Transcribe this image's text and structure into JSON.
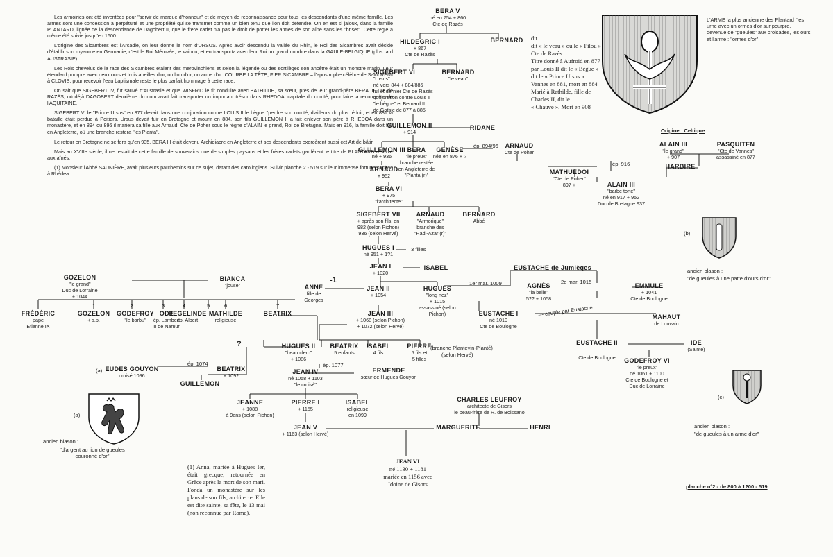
{
  "intro": {
    "paragraphs": [
      "Les armoiries ont été inventées pour \"servir de marque d'honneur\" et de moyen de reconnaissance pour tous les descendants d'une même famille. Les armes sont une concession à perpétuité et une propriété qui se transmet comme un bien tenu que l'on doit défendre. On en est si jaloux, dans la famille PLANTARD, lignée de la descendance de Dagobert II, que le frère cadet n'a pas le droit de porter les armes de son aîné sans les \"briser\". Cette règle a même été suivie jusqu'en 1600.",
      "L'origine des Sicambres est l'Arcadie, on leur donne le nom d'URSUS. Après avoir descendu la vallée du Rhin, le Roi des Sicambres avait décidé d'établir son royaume en Germanie, c'est le Roi Mérovée, le vaincu, et en transporta avec leur Roi un grand nombre dans la GAULE-BELGIQUE (plus tard AUSTRASIE).",
      "Les Rois chevelus de la race des Sicambres étaient des merovinchiens et selon la légende ou des sortilèges son ancêtre était un monstre marin. Leur étendard pourpre avec deux ours et trois abeilles d'or, un lion d'or, un arme d'or. COURBE LA TÊTE, FIER SICAMBRE = l'apostrophe célèbre de Saint REMI à CLOVIS, pour recevoir l'eau baptismale reste le plus parfait hommage à cette race.",
      "On sait que SIGEBERT IV, fut sauvé d'Austrasie et que WISFRID le fit conduire avec BATHILDE, sa sœur, près de leur grand-père BERA III, Cte de RAZÈS, où déjà DAGOBERT deuxième du nom avait fait transporter un important trésor dans RHEDOA, capitale du comté, pour faire la reconquête de l'AQUITAINE.",
      "SIGEBERT VI le \"Prince Ursus\" en 877 devait dans une conjuration contre LOUIS II le bègue \"perdre son comté, d'ailleurs du plus réduit, et en 881 la bataille était perdue à Poitiers. Ursus devait fuir en Bretagne et mourir en 884, son fils GUILLEMON II a fait enlever son père à RHEDOA dans un monastère, et en 894 ou 896 il mariera sa fille aux Arnaud, Cte de Poher sous le règne d'ALAIN le grand, Roi de Bretagne. Mais en 916, la famille doit fuir en Angleterre, où une branche restera \"les Planta\".",
      "Le retour en Bretagne ne se fera qu'en 935. BERA III était devenu Archidiacre en Angleterre et ses descendants exercèrent aussi cet Art de bâtir.",
      "Mais au XVIIIe siècle, il ne restait de cette famille de souverains que de simples paysans et les frères cadets gardèrent le titre de PLANTARD réservé aux aînés.",
      "(1) Monsieur l'Abbé SAUNIÈRE, avait plusieurs parchemins sur ce sujet, datant des carolingiens. Suivir planche 2 - 519 sur leur immense fortune cachée à Rhédea."
    ]
  },
  "tree": {
    "bera_v": {
      "name": "BERA V",
      "lines": [
        "né en 754 + 860",
        "Cte de Razès"
      ]
    },
    "hildegric": {
      "name": "HILDEGRIC I",
      "lines": [
        "+ 867",
        "Cte de Razès"
      ]
    },
    "bernard_top": {
      "name": "BERNARD",
      "lines": [
        "dit",
        "\"le veau\""
      ]
    },
    "bernard_text": [
      "dit « le veau » ou le « Pilou »",
      "Cte de Razès",
      "Titre donné à Aufroid en 877",
      "par Louis II dit le « Bègue »",
      "dit le « Prince Ursus »",
      "Vannes en 881, mort en 884",
      "Marié à Rathilde, fille de Charles II, dit le",
      "« Chauve ». Mort en 908"
    ],
    "sigebert_vi": {
      "name": "SIGEBERT VI",
      "lines": [
        "\"Ursus\"",
        "né vers 844 + 884/885",
        "fut et dernier Cte de Razès",
        "conjuration contre Louis II",
        "\"le bègue\" et Bernard II",
        "de Gothie de 877 à 885"
      ]
    },
    "bernard_mid": {
      "name": "BERNARD",
      "lines": [
        "\"le veau\""
      ]
    },
    "guillemon_ii": {
      "name": "GUILLEMON II",
      "lines": [
        "+ 914"
      ]
    },
    "ridane": {
      "name": "RIDANE",
      "lines": []
    },
    "guillemon_iii": {
      "name": "GUILLEMON III",
      "lines": [
        "né + 936"
      ]
    },
    "bera_mid": {
      "name": "BERA",
      "lines": [
        "\"le preux\"",
        "branche restée",
        "en Angleterre de",
        "\"Planta (r)\""
      ]
    },
    "genese": {
      "name": "GENÈSE",
      "lines": [
        "née en 876 + ?"
      ]
    },
    "marriage_894": "ép. 894/96",
    "arnaud_poher": {
      "name": "ARNAUD",
      "lines": [
        "Cte de Poher"
      ]
    },
    "arnaud_small": {
      "name": "ARNAUD",
      "lines": [
        "+ 952"
      ]
    },
    "bera_vi": {
      "name": "BERA VI",
      "lines": [
        "+ 975",
        "\"l'architecte\""
      ]
    },
    "mathuedoi": {
      "name": "MATHUEDOÏ",
      "lines": [
        "\"Cte de Poher\"",
        "897 +"
      ]
    },
    "marriage_916": "ép. 916",
    "alain_iii": {
      "name": "ALAIN III",
      "lines": [
        "\"le grand\"",
        "+ 907"
      ]
    },
    "pasquiten": {
      "name": "PASQUITEN",
      "lines": [
        "\"Cte de Vannes\"",
        "assassiné en 877"
      ]
    },
    "harbire": {
      "name": "HARBIRE",
      "lines": []
    },
    "alain_barbe": {
      "name": "ALAIN III",
      "lines": [
        "\"barbe torte\"",
        "né en 917 + 952",
        "Duc de Bretagne 937"
      ]
    },
    "origin": "Origine : Celtique",
    "sigebert_vii": {
      "name": "SIGEBERT VII",
      "lines": [
        "+ après son fils, en",
        "982 (selon Pichon)",
        "936 (selon Hervé)"
      ]
    },
    "arnaud_lower": {
      "name": "ARNAUD",
      "lines": [
        "\"Armorique\"",
        "branche des",
        "\"Radi-Azar (r)\""
      ]
    },
    "bernard_abbe": {
      "name": "BERNARD",
      "lines": [
        "Abbé"
      ]
    },
    "hugues_i": {
      "name": "HUGUES I",
      "lines": [
        "né 951 + 1?1"
      ]
    },
    "filles_3": "3 filles",
    "jean_i": {
      "name": "JEAN I",
      "lines": [
        "+ 1020"
      ]
    },
    "isabel_top": {
      "name": "ISABEL",
      "lines": []
    },
    "anne": {
      "name": "ANNE",
      "lines": [
        "fille de",
        "Georges"
      ]
    },
    "jean_ii": {
      "name": "JEAN II",
      "lines": [
        "+ 1054"
      ]
    },
    "hugues_right": {
      "name": "HUGUES",
      "lines": [
        "\"long nez\"",
        "+ 1015",
        "assassiné (selon",
        "Pichon)"
      ]
    },
    "marriage_1009": "1er mar. 1009",
    "eustache_i": {
      "name": "EUSTACHE I",
      "lines": [
        "né 1010",
        "Cte de Boulogne"
      ]
    },
    "eustache_jumieges": {
      "name": "EUSTACHE de Jumièges",
      "lines": []
    },
    "marriage_1015": "2e mar. 1015",
    "agnes": {
      "name": "AGNÈS",
      "lines": [
        "\"la belle\"",
        "5?? + 1058"
      ]
    },
    "emmule": {
      "name": "EMMULE",
      "lines": [
        "+ 1041",
        "Cte de Boulogne"
      ]
    },
    "cousin_note": "--- couple par Eustache",
    "mahaut": {
      "name": "MAHAUT",
      "lines": [
        "de Louvain"
      ]
    },
    "jean_iii": {
      "name": "JEAN III",
      "lines": [
        "+ 1068 (selon Pichon)",
        "+ 1072 (selon Hervé)"
      ]
    },
    "eustache_ii": {
      "name": "EUSTACHE II",
      "lines": [
        "Cte de Boulogne"
      ]
    },
    "ide": {
      "name": "IDE",
      "lines": [
        "(Sainte)"
      ]
    },
    "godefroy_vi": {
      "name": "GODEFROY VI",
      "lines": [
        "\"le preux\"",
        "né 1061 + 1100",
        "Cte de Boulogne et",
        "Duc de Lorraine"
      ]
    },
    "question": "?",
    "hugues_ii": {
      "name": "HUGUES II",
      "lines": [
        "\"beau clerc\"",
        "+ 1086"
      ]
    },
    "beatrix_mid": {
      "name": "BEATRIX",
      "lines": [
        "5 enfants"
      ]
    },
    "isabel_mid": {
      "name": "ISABEL",
      "lines": [
        "4 fils"
      ]
    },
    "pierre_mid": {
      "name": "PIERRE",
      "lines": [
        "5 fils et",
        "5 filles"
      ]
    },
    "branch_note": "(branche Plantevin-Planté)",
    "branch_note2": "(selon Hervé)",
    "marriage_1074": "ép. 1074",
    "eudes": {
      "name": "EUDES GOUYON",
      "lines": [
        "croisé 1096"
      ]
    },
    "beatrix_low": {
      "name": "BEATRIX",
      "lines": [
        "+ 1092"
      ]
    },
    "guillemon_low": {
      "name": "GUILLEMON",
      "lines": []
    },
    "marriage_1077": "ép. 1077",
    "jean_iv": {
      "name": "JEAN IV",
      "lines": [
        "né 1058 + 1103",
        "\"le croisé\""
      ]
    },
    "ermende": {
      "name": "ERMENDE",
      "lines": [
        "sœur de Hugues Gouyon"
      ]
    },
    "jeanne": {
      "name": "JEANNE",
      "lines": [
        "+ 1088",
        "à 9ans (selon Pichon)"
      ]
    },
    "pierre_i": {
      "name": "PIERRE I",
      "lines": [
        "+ 1155"
      ]
    },
    "isabel_low": {
      "name": "ISABEL",
      "lines": [
        "religieuse",
        "en 1099"
      ]
    },
    "charles": {
      "name": "CHARLES LEUFROY",
      "lines": [
        "architecte de Gisors",
        "le beau-frère de R. de Boissano"
      ]
    },
    "jean_v": {
      "name": "JEAN V",
      "lines": [
        "+ 1163 (selon Hervé)"
      ]
    },
    "marguerite": {
      "name": "MARGUERITE",
      "lines": []
    },
    "henri": {
      "name": "HENRI",
      "lines": []
    },
    "jean_vi": {
      "name": "JEAN VI",
      "lines": [
        "né 1130 + 1181",
        "mariée en 1156 avec",
        "Idoine de Gisors"
      ]
    },
    "gozelon": {
      "name": "GOZELON",
      "lines": [
        "\"le grand\"",
        "Duc de Lorraine",
        "+ 1044"
      ]
    },
    "bianca": {
      "name": "BIANCA",
      "lines": [
        "\"jouse\""
      ]
    },
    "frederic": {
      "name": "FRÉDÉRIC",
      "lines": [
        "pape",
        "Etienne IX"
      ]
    },
    "gozelon_low": {
      "name": "GOZELON",
      "lines": [
        "+ s.p."
      ]
    },
    "godefroy": {
      "name": "GODEFROY",
      "lines": [
        "\"le barbu\""
      ]
    },
    "ode": {
      "name": "ODE",
      "lines": [
        "ép. Lambert",
        "II de Namur"
      ]
    },
    "regelinde": {
      "name": "REGELINDE",
      "lines": [
        "ép. Albert"
      ]
    },
    "mathilde": {
      "name": "MATHILDE",
      "lines": [
        "religieuse"
      ]
    },
    "beatrix_right": {
      "name": "BEATRIX",
      "lines": []
    },
    "nums": [
      "1",
      "2",
      "3",
      "4",
      "5",
      "6",
      "7"
    ]
  },
  "blazons": {
    "top_right_text": "L'ARME la plus ancienne des Plantard \"les urne avec un ormes d'or sur pourpre, devenue de \"gueules\" aux croisades, les ours et l'arme : \"ormes d'or\"",
    "b_label": "(b)",
    "b_caption": "ancien blason :",
    "b_caption2": "\"de gueules à une patte d'ours d'or\"",
    "c_label": "(c)",
    "c_caption": "ancien blason :",
    "c_caption2": "\"de gueules à un arme d'or\"",
    "a_label": "(a)",
    "a_caption": "ancien blason :",
    "a_caption2": "\"d'argent au lion de gueules couronné d'or\""
  },
  "footnote": "(1) Anna, mariée à Hugues Ier, était grecque, retournée en Grèce après la mort de son mari. Fonda un monastère sur les plans de son fils, architecte. Elle est dite sainte, sa fête, le 13 mai (non reconnue par Rome).",
  "plate": "planche nº2 - de 800 à 1200 - 519"
}
